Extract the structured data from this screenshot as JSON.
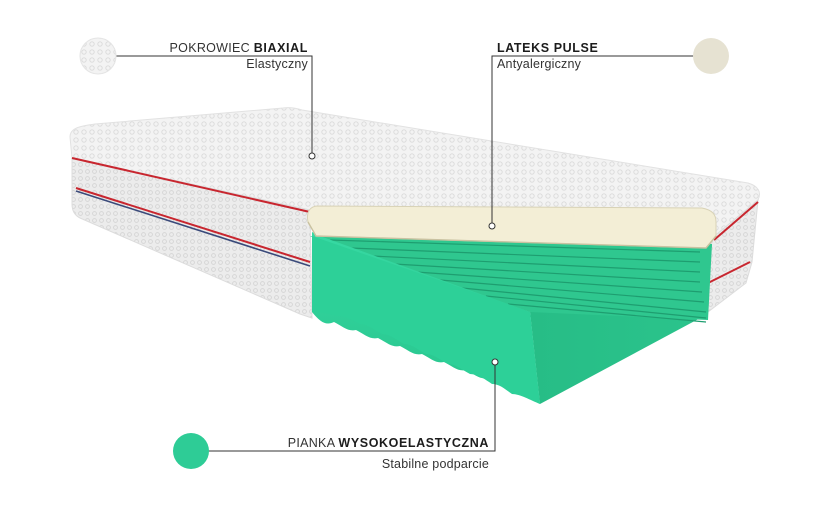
{
  "layers": [
    {
      "id": "cover",
      "title_prefix": "POKROWIEC ",
      "title_bold": "BIAXIAL",
      "subtitle": "Elastyczny",
      "swatch_color": "#eeeeee"
    },
    {
      "id": "latex",
      "title_prefix": "",
      "title_bold": "LATEKS PULSE",
      "subtitle": "Antyalergiczny",
      "swatch_color": "#e6e2d2"
    },
    {
      "id": "foam",
      "title_prefix": "PIANKA ",
      "title_bold": "WYSOKOELASTYCZNA",
      "subtitle": "Stabilne podparcie",
      "swatch_color": "#2ecc96"
    }
  ],
  "colors": {
    "foam": "#2ecc96",
    "foam_dark": "#1fa877",
    "latex": "#f3eed6",
    "fabric": "#f2f2f2",
    "piping": "#c8262f",
    "leader_line": "#333333"
  }
}
